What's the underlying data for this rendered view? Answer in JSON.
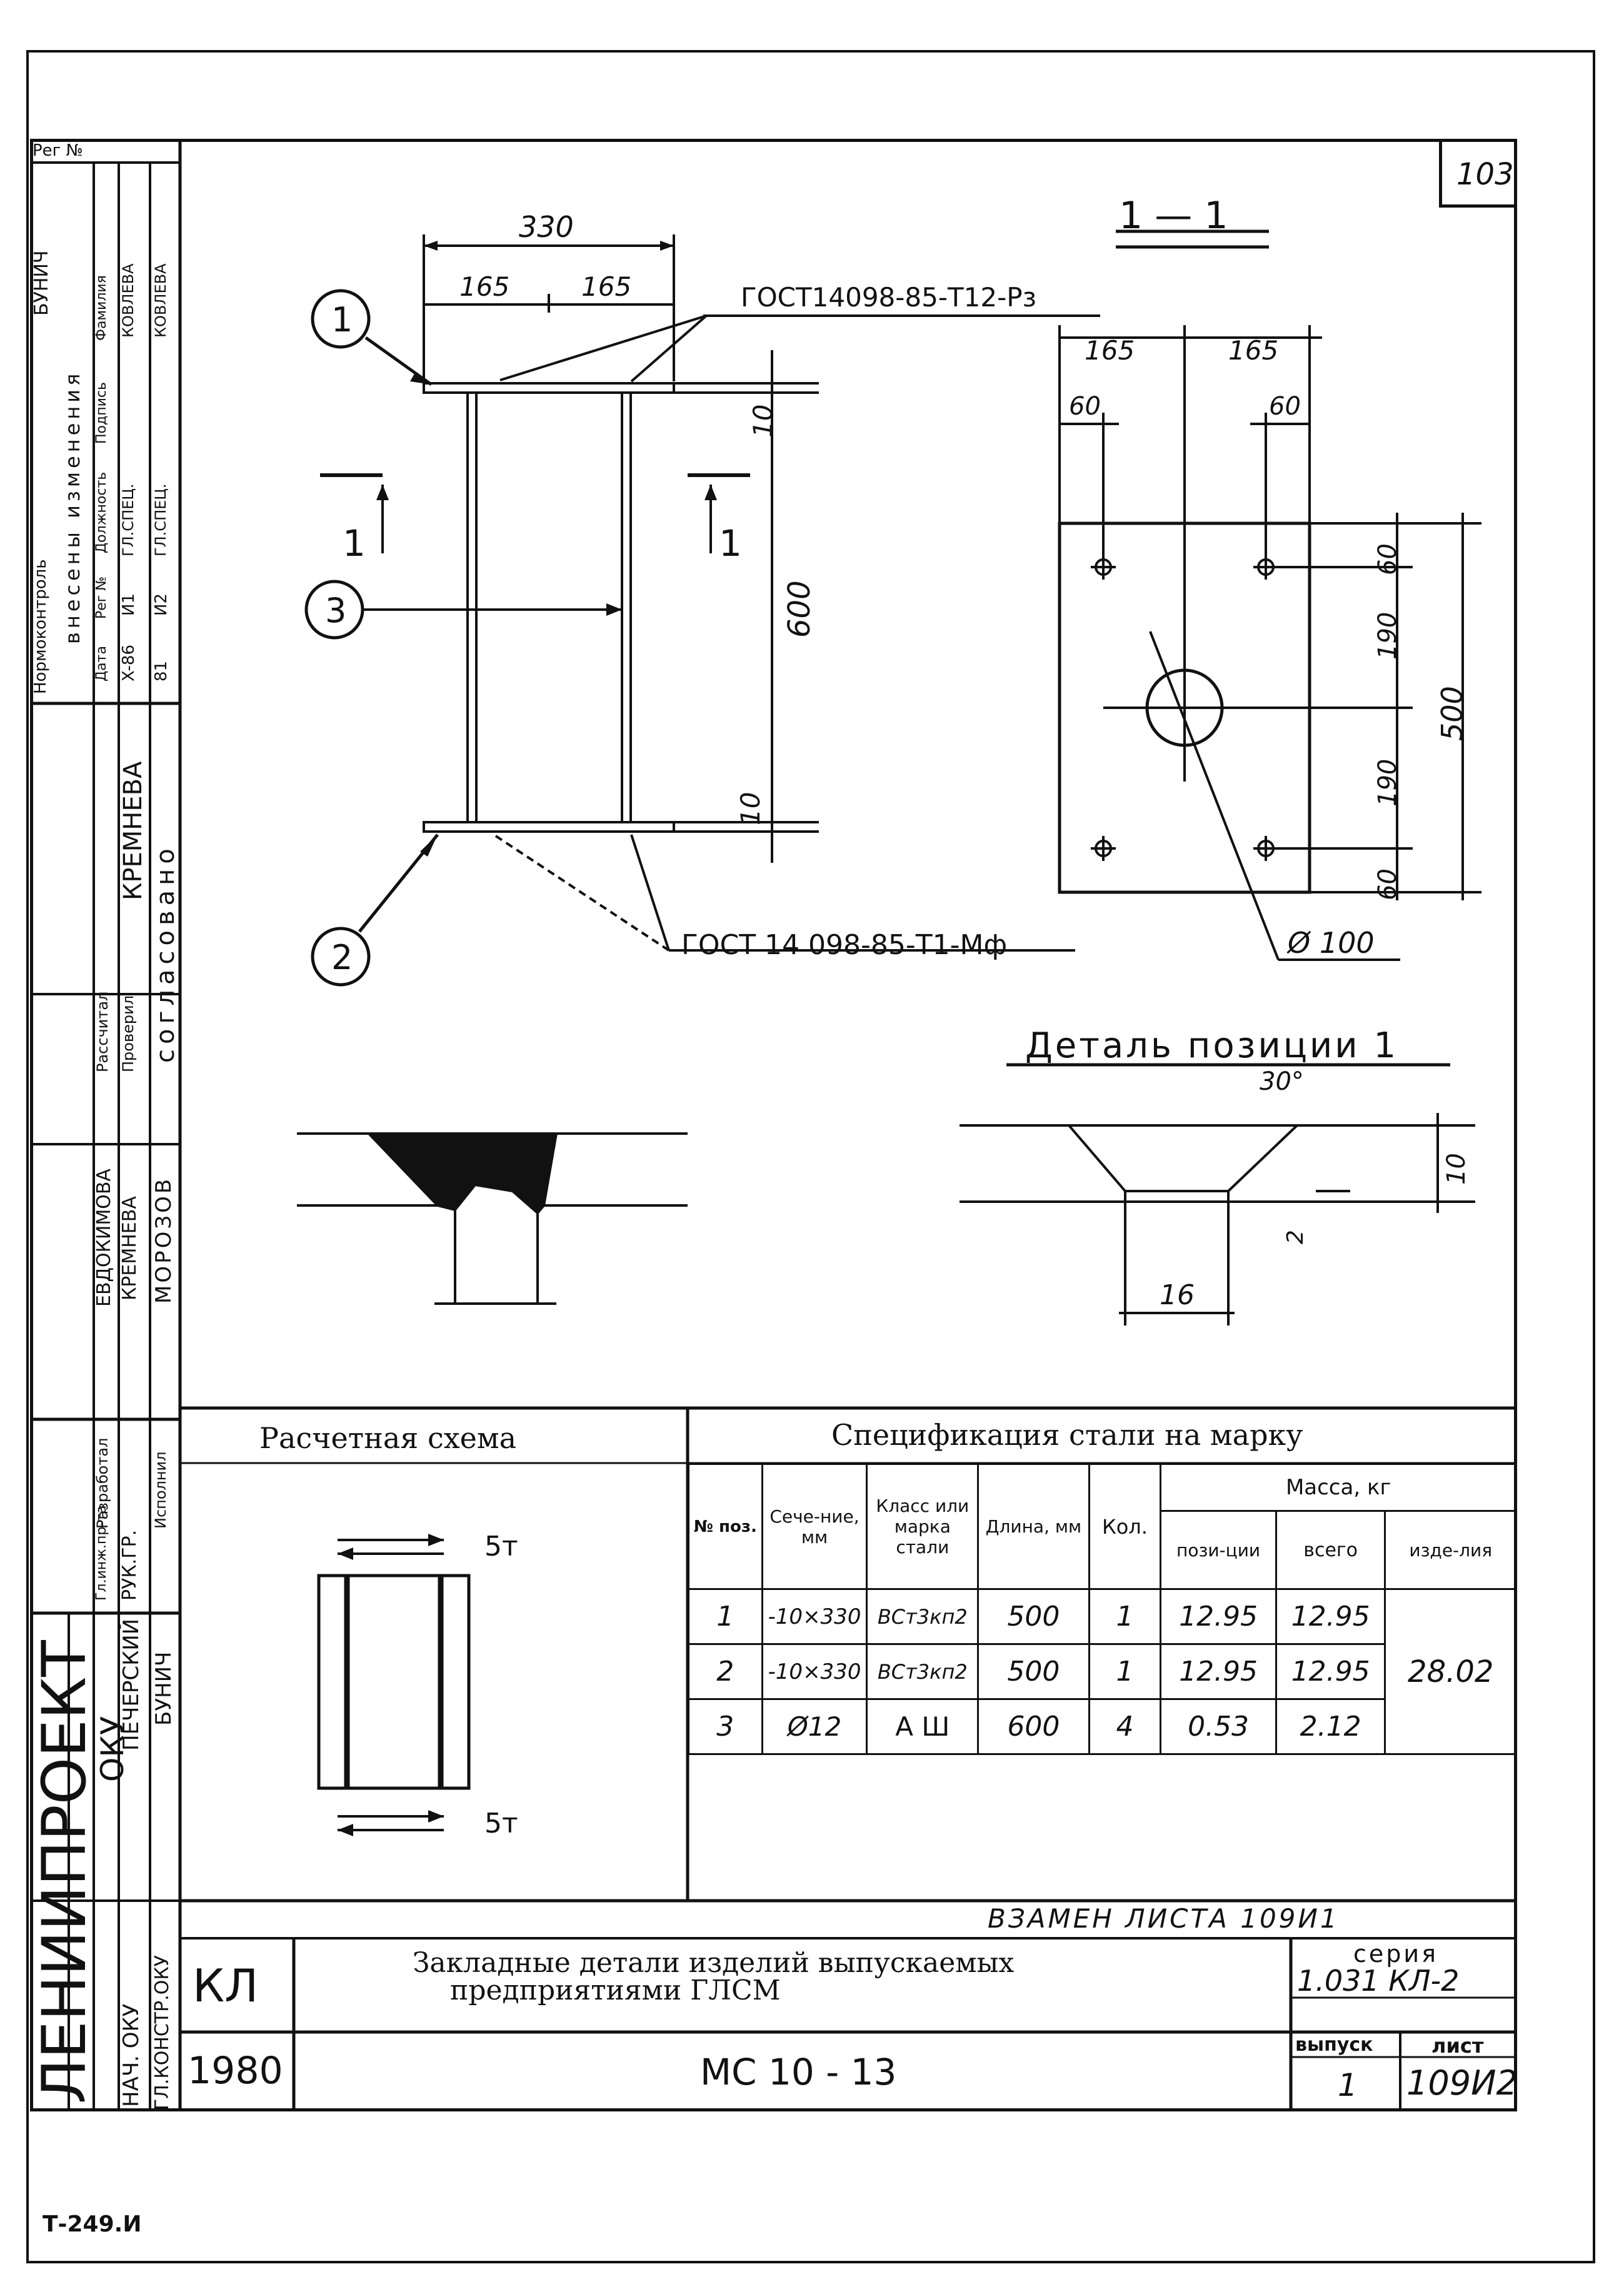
{
  "page_number": "103",
  "corner_code": "Т-249.И",
  "section_label": "1 — 1",
  "detail_title": "Деталь позиции 1",
  "weld_top": "ГОСТ14098-85-Т12-Рз",
  "weld_bottom": "ГОСТ 14 098-85-Т1-Мф",
  "callouts": [
    "1",
    "2",
    "3"
  ],
  "section_marks": [
    "1",
    "1"
  ],
  "dims_elevation": {
    "overall_width": "330",
    "half_left": "165",
    "half_right": "165",
    "top_thickness": "10",
    "height": "600",
    "bottom_thickness": "10"
  },
  "dims_plate": {
    "half_left": "165",
    "half_right": "165",
    "edge_left": "60",
    "edge_right": "60",
    "v_top": "60",
    "v_mid1": "190",
    "v_mid2": "190",
    "v_bot": "60",
    "height": "500",
    "hole": "Ø 100"
  },
  "detail_dims": {
    "angle": "30°",
    "thickness": "10",
    "gap": "2",
    "width": "16"
  },
  "scheme": {
    "title": "Расчетная схема",
    "force_top": "5т",
    "force_bottom": "5т"
  },
  "spec": {
    "title": "Спецификация стали на марку",
    "headers": {
      "pos": "№ поз.",
      "section": "Сече-ние, мм",
      "grade": "Класс или марка стали",
      "length": "Длина, мм",
      "qty": "Кол.",
      "mass": "Масса,  кг",
      "mass_pos": "пози-ции",
      "mass_total": "всего",
      "mass_item": "изде-лия"
    },
    "rows": [
      {
        "pos": "1",
        "section": "-10×330",
        "grade": "ВСт3кп2",
        "length": "500",
        "qty": "1",
        "mass_pos": "12.95",
        "mass_total": "12.95"
      },
      {
        "pos": "2",
        "section": "-10×330",
        "grade": "ВСт3кп2",
        "length": "500",
        "qty": "1",
        "mass_pos": "12.95",
        "mass_total": "12.95"
      },
      {
        "pos": "3",
        "section": "Ø12",
        "grade": "А Ш",
        "length": "600",
        "qty": "4",
        "mass_pos": "0.53",
        "mass_total": "2.12"
      }
    ],
    "item_mass": "28.02"
  },
  "title_block": {
    "replaces": "ВЗАМЕН ЛИСТА 109И1",
    "kl": "КЛ",
    "year": "1980",
    "description_line1": "Закладные детали изделий выпускаемых",
    "description_line2": "предприятиями ГЛСМ",
    "mark": "МС 10 - 13",
    "series_label": "серия",
    "series_value": "1.031 КЛ-2",
    "issue_label": "выпуск",
    "issue_value": "1",
    "sheet_label": "лист",
    "sheet_value": "109И2"
  },
  "sidebar": {
    "reg": "Рег №",
    "org": "ЛЕНИИПРОЕКТ",
    "dept": "ОКУ",
    "changes_heading": "внесены изменения",
    "change_cols": [
      "Дата",
      "Рег №",
      "Должность",
      "Подпись",
      "Фамилия"
    ],
    "change_rows": [
      {
        "date": "X-86",
        "reg": "И1",
        "role": "ГЛ.СПЕЦ.",
        "name": "КОВЛЕВА"
      },
      {
        "date": "81",
        "reg": "И2",
        "role": "ГЛ.СПЕЦ.",
        "name": "КОВЛЕВА"
      }
    ],
    "normocontrol": "Нормоконтроль",
    "normo_name": "БУНИЧ",
    "agreed": "согласовано",
    "agreed_name": "КРЕМНЕВА",
    "counted": "Рассчитал",
    "checked": "Проверил",
    "name_evdok": "ЕВДОКИМОВА",
    "name_kremn": "КРЕМНЕВА",
    "name_moroz": "МОРОЗОВ",
    "head_gr": "Гл.инж.пр-та",
    "ruk_gr": "РУК.ГР.",
    "developed": "Разработал",
    "executed": "Исполнил",
    "nach_oku": "НАЧ. ОКУ",
    "gl_konstr": "ГЛ.КОНСТР.ОКУ",
    "name_pecher": "ПЕЧЕРСКИЙ",
    "name_bunich": "БУНИЧ"
  }
}
